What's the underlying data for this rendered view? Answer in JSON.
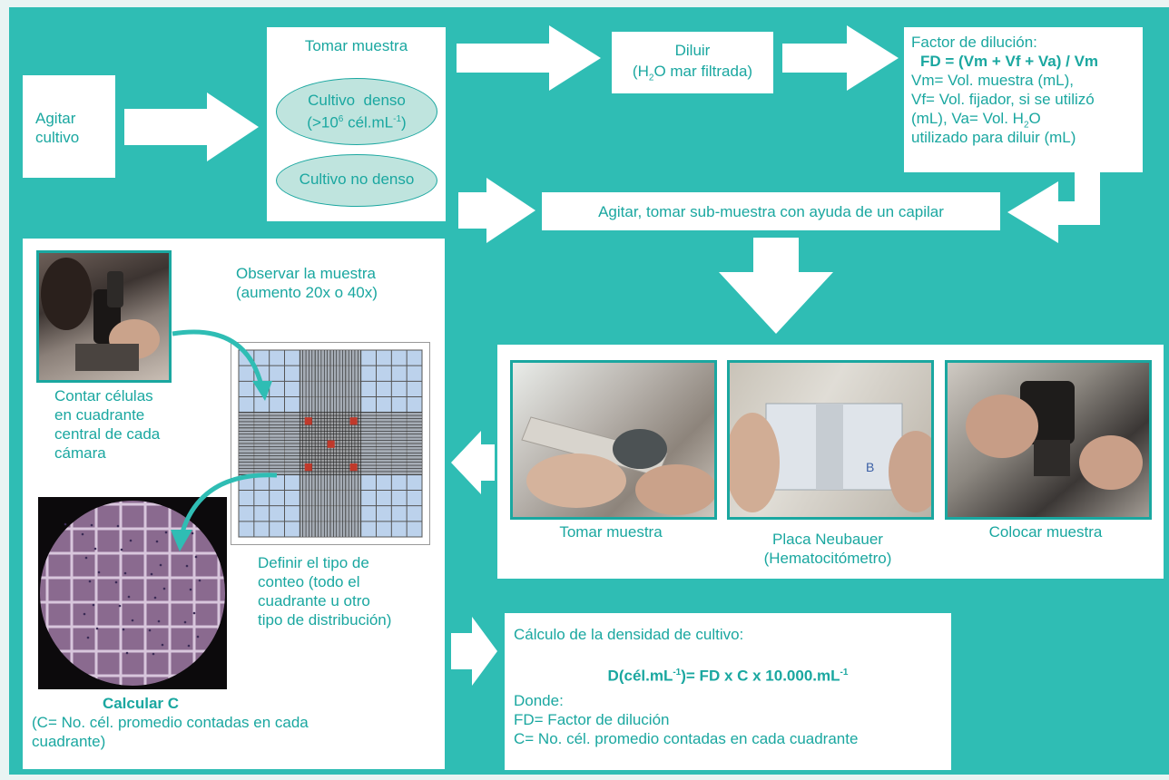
{
  "step_agitar": "Agitar\ncultivo",
  "step_tomar": {
    "title": "Tomar muestra",
    "dense": "Cultivo  denso",
    "dense_sub_pre": "(>10",
    "dense_sub_exp": "6",
    "dense_sub_mid": " cél.mL",
    "dense_sub_exp2": "-1",
    "dense_sub_post": ")",
    "not_dense": "Cultivo no denso"
  },
  "step_diluir": {
    "title": "Diluir",
    "sub_pre": "(H",
    "sub_sub": "2",
    "sub_post": "O mar filtrada)"
  },
  "factor": {
    "title": "Factor de dilución:",
    "formula": "FD = (Vm + Vf + Va) / Vm",
    "line1": "Vm= Vol. muestra (mL),",
    "line2": "Vf= Vol. fijador, si se utilizó",
    "line3_pre": "(mL), Va= Vol. H",
    "line3_sub": "2",
    "line3_post": "O",
    "line4": "utilizado para diluir (mL)"
  },
  "step_submuestra": "Agitar, tomar sub-muestra con ayuda de un capilar",
  "observar": "Observar la muestra\n(aumento 20x o 40x)",
  "contar": "Contar células\nen cuadrante\ncentral de cada\ncámara",
  "definir": "Definir el tipo de\nconteo (todo el\ncuadrante u otro\ntipo de distribución)",
  "calcular_title": "Calcular C",
  "calcular_desc": "(C= No. cél. promedio contadas en cada\ncuadrante)",
  "photos": {
    "tomar": "Tomar muestra",
    "placa": "Placa Neubauer\n(Hematocitómetro)",
    "colocar": "Colocar muestra"
  },
  "calculo": {
    "title": "Cálculo de la densidad de cultivo:",
    "f_pre": "D(cél.mL",
    "f_exp1": "-1",
    "f_mid": ")= FD x C x 10.000.mL",
    "f_exp2": "-1",
    "donde": "Donde:",
    "fd": "FD= Factor de dilución",
    "c": "C= No. cél. promedio contadas en cada cuadrante"
  },
  "colors": {
    "teal": "#2fbdb4",
    "text": "#1aa7a0",
    "box": "#ffffff",
    "ellipse": "#bfe4de"
  }
}
